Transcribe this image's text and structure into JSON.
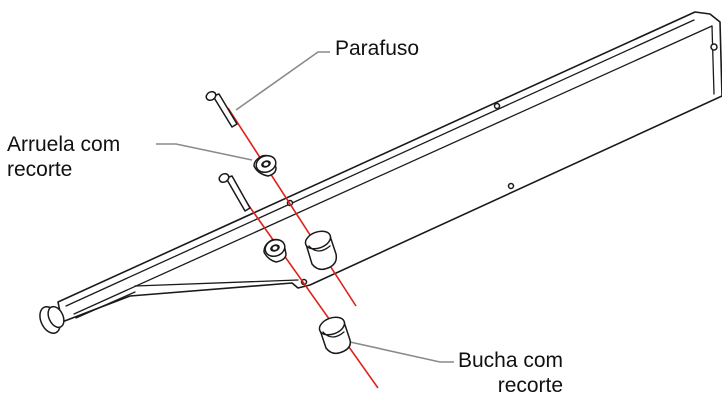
{
  "labels": {
    "screw": "Parafuso",
    "washer_line1": "Arruela com",
    "washer_line2": "recorte",
    "bushing_line1": "Bucha com",
    "bushing_line2": "recorte"
  },
  "colors": {
    "axis": "#e0201b",
    "outline": "#1a1a1a",
    "leader": "#8a8a8a"
  }
}
